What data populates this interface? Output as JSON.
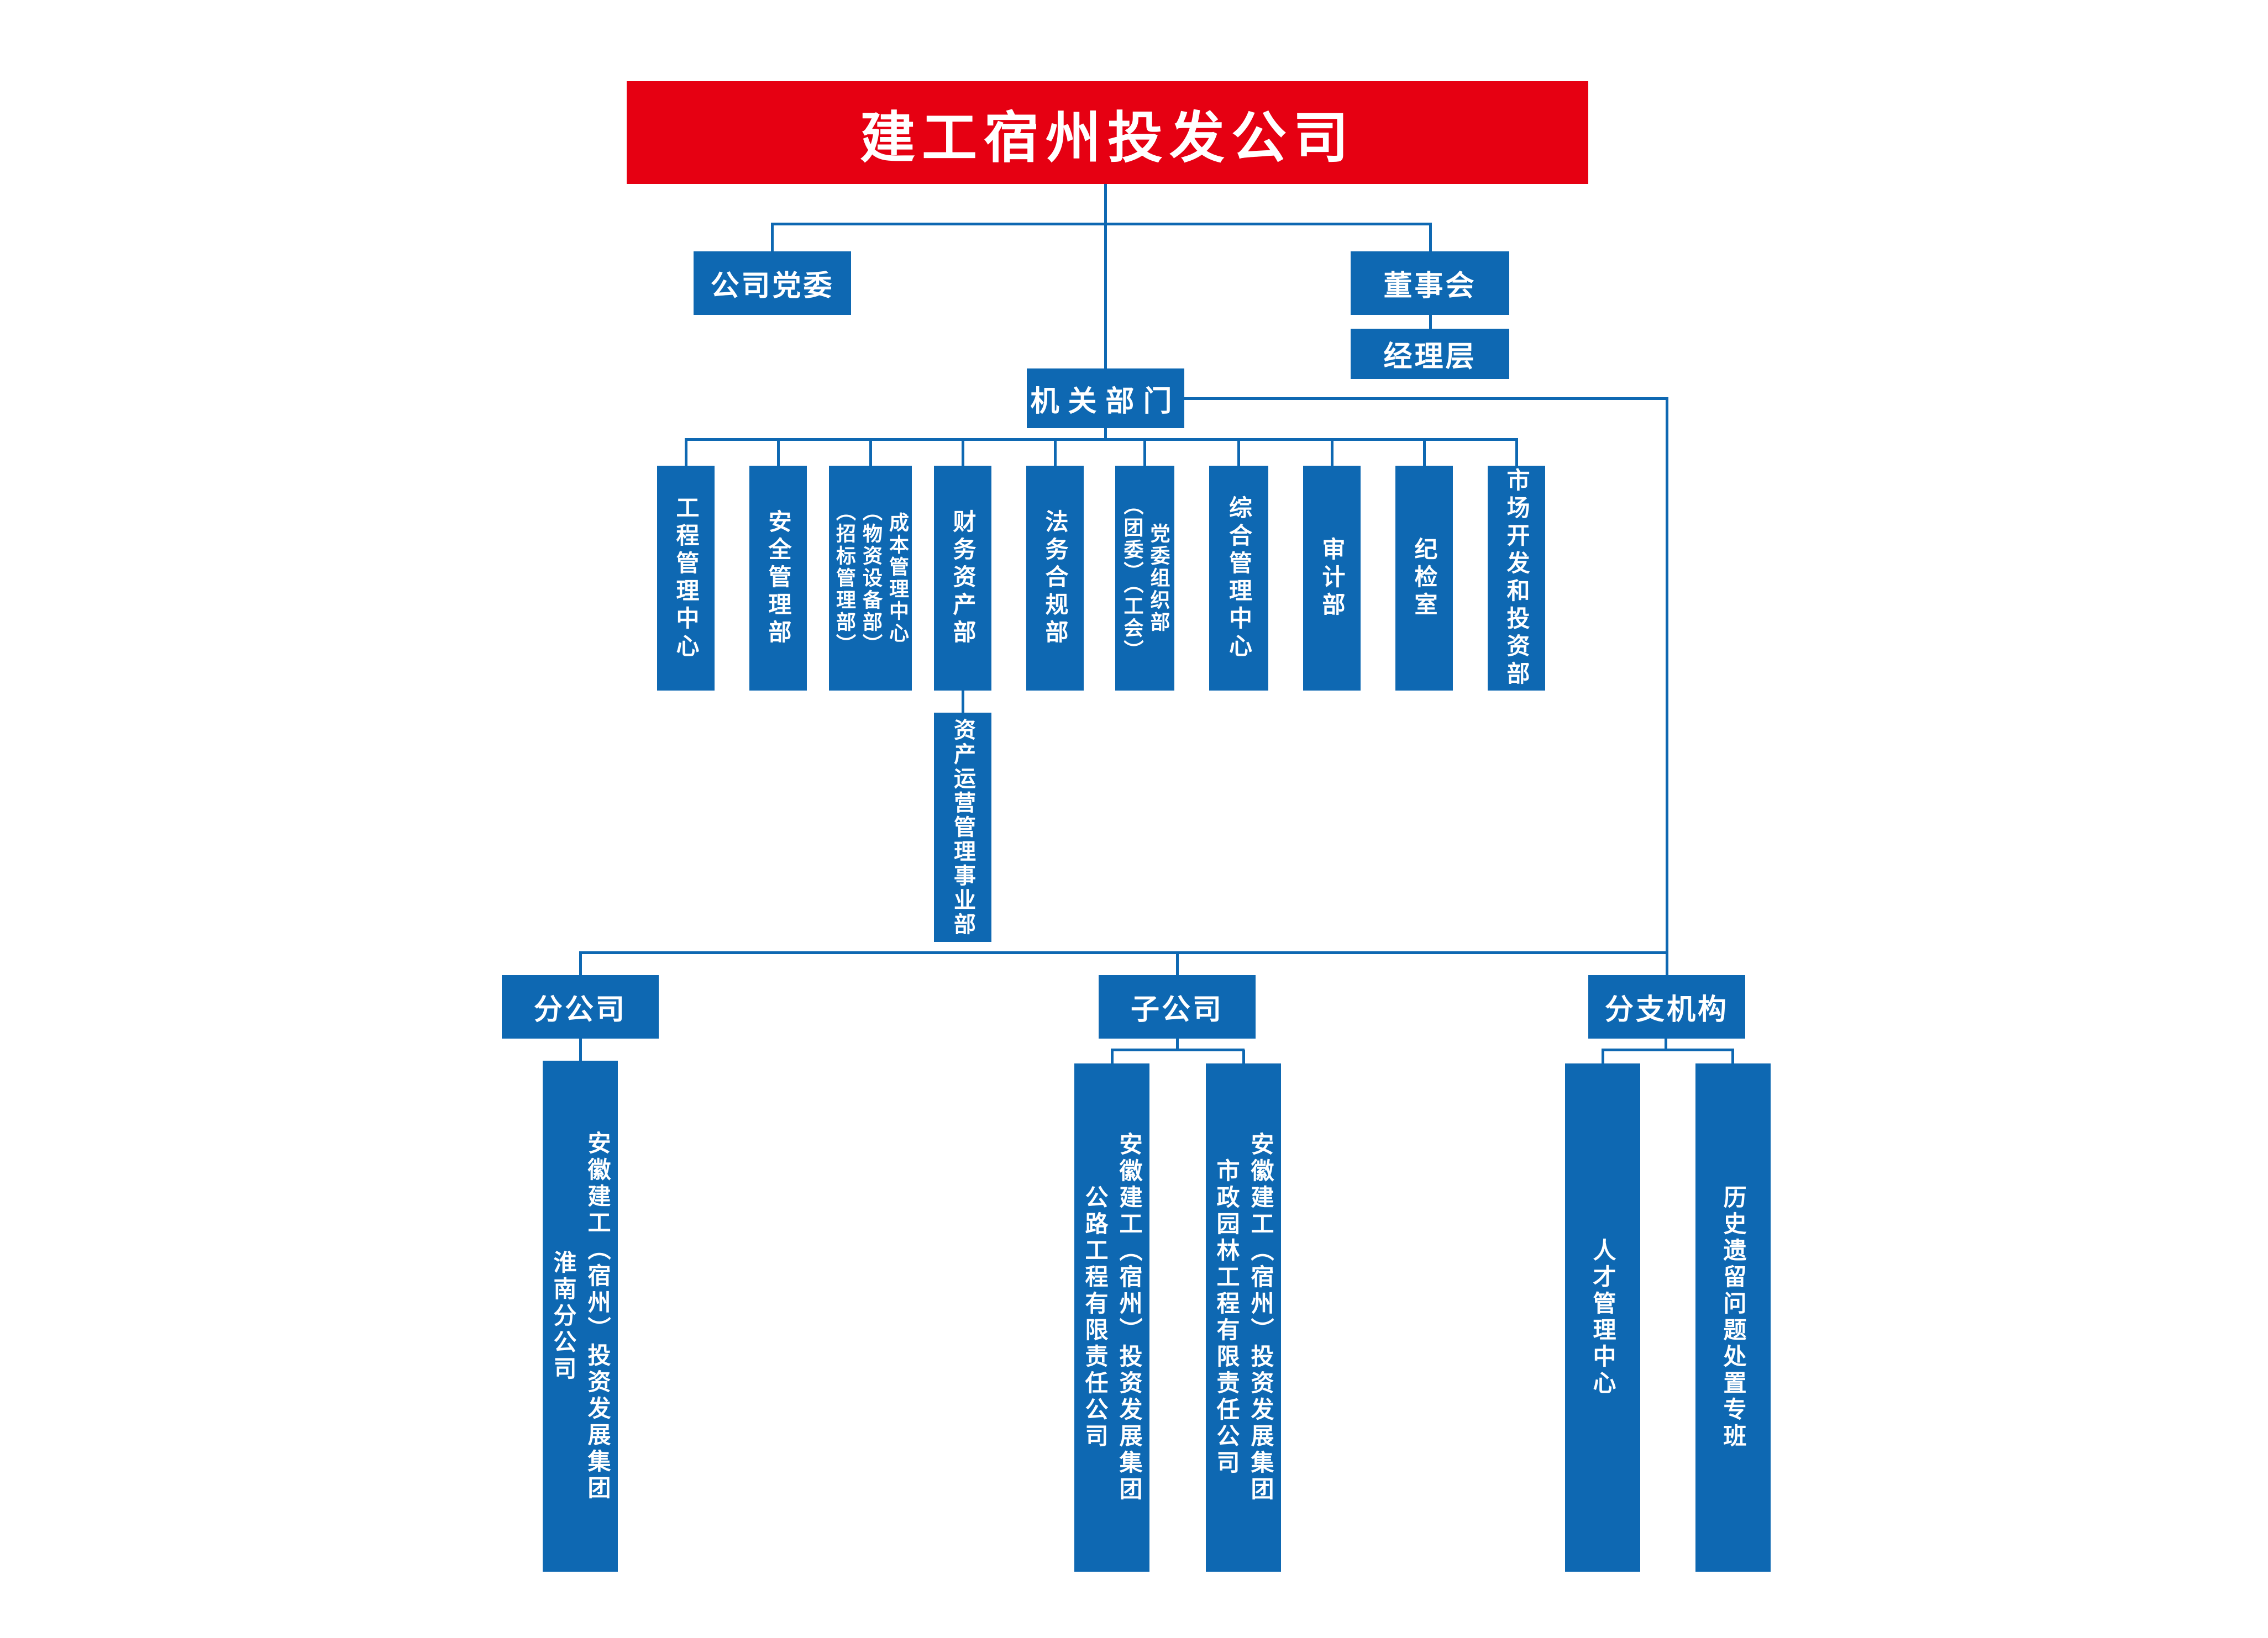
{
  "title": "建工宿州投发公司",
  "colors": {
    "banner_red": "#e60012",
    "box_blue": "#0e68b2",
    "line_blue": "#0e68b2",
    "text_white": "#ffffff"
  },
  "governance": {
    "party_committee": "公司党委",
    "board": "董事会",
    "management": "经理层"
  },
  "organ": {
    "label": "机关部门",
    "departments": [
      {
        "name": "工程管理中心"
      },
      {
        "name": "安全管理部"
      },
      {
        "name": "成本管理中心\n（物资设备部）\n（招标管理部）"
      },
      {
        "name": "财务资产部",
        "sub": "资产运营管理事业部"
      },
      {
        "name": "法务合规部"
      },
      {
        "name": "党委组织部\n（团委）（工会）"
      },
      {
        "name": "综合管理中心"
      },
      {
        "name": "审计部"
      },
      {
        "name": "纪检室"
      },
      {
        "name": "市场开发和投资部"
      }
    ]
  },
  "branches": [
    {
      "label": "分公司",
      "children": [
        "安徽建工（宿州）投资发展集团\n淮南分公司"
      ]
    },
    {
      "label": "子公司",
      "children": [
        "安徽建工（宿州）投资发展集团\n公路工程有限责任公司",
        "安徽建工（宿州）投资发展集团\n市政园林工程有限责任公司"
      ]
    },
    {
      "label": "分支机构",
      "children": [
        "人才管理中心",
        "历史遗留问题处置专班"
      ]
    }
  ]
}
